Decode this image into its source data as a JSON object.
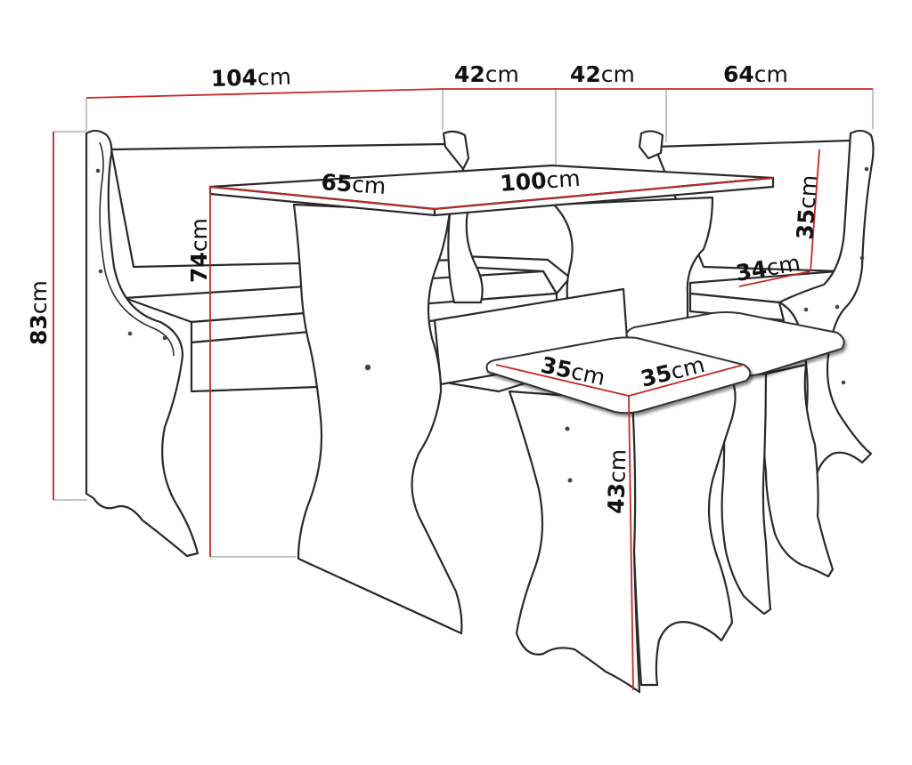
{
  "dimensions": {
    "bench_length": {
      "value": "104",
      "unit": "cm"
    },
    "corner_depth": {
      "value": "42",
      "unit": "cm"
    },
    "corner_depth_2": {
      "value": "42",
      "unit": "cm"
    },
    "side_length": {
      "value": "64",
      "unit": "cm"
    },
    "bench_height": {
      "value": "83",
      "unit": "cm"
    },
    "table_height": {
      "value": "74",
      "unit": "cm"
    },
    "table_depth": {
      "value": "65",
      "unit": "cm"
    },
    "table_length": {
      "value": "100",
      "unit": "cm"
    },
    "backrest_height": {
      "value": "35",
      "unit": "cm"
    },
    "seat_depth": {
      "value": "34",
      "unit": "cm"
    },
    "stool_width": {
      "value": "35",
      "unit": "cm"
    },
    "stool_depth": {
      "value": "35",
      "unit": "cm"
    },
    "stool_height": {
      "value": "43",
      "unit": "cm"
    }
  },
  "colors": {
    "dimension_line": "#c62828",
    "outline": "#2a2a2a"
  }
}
